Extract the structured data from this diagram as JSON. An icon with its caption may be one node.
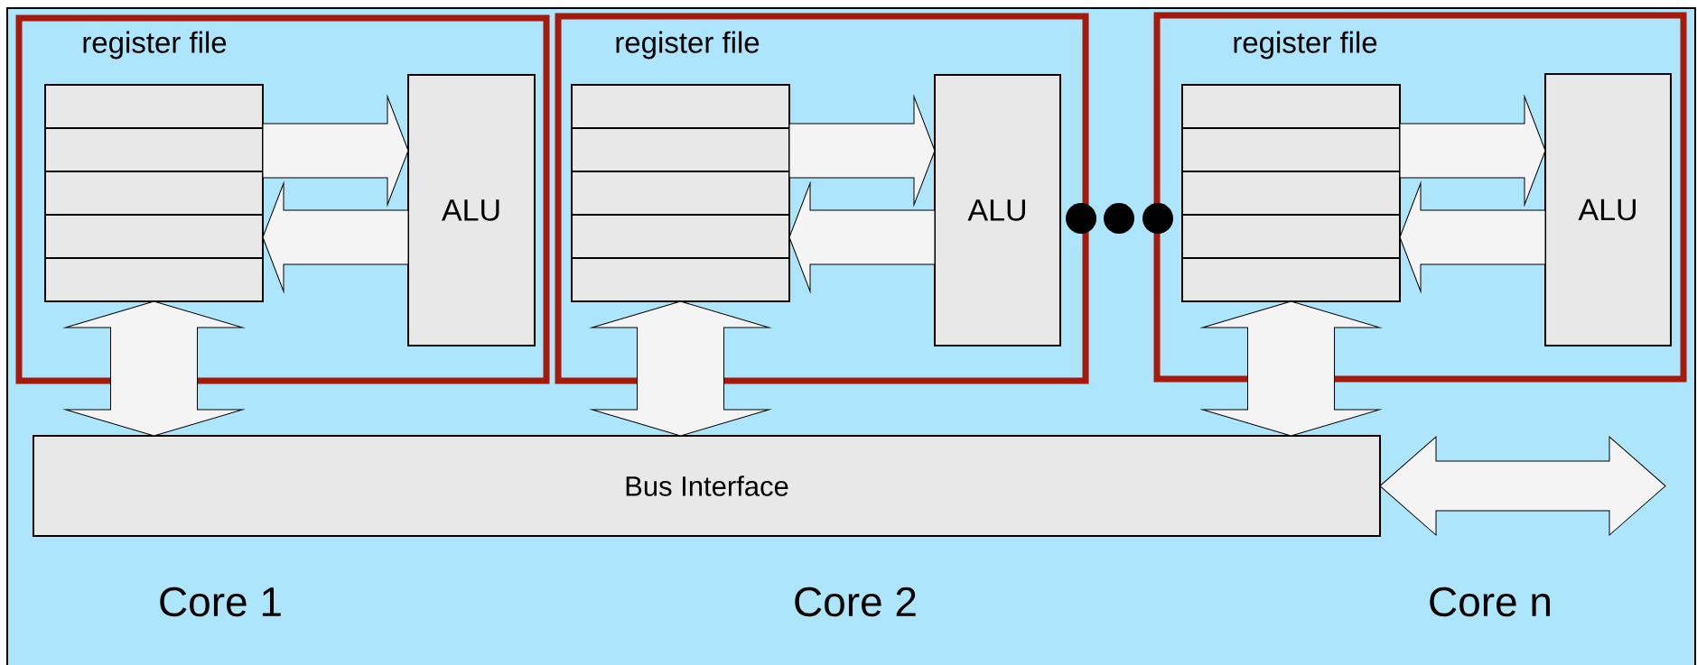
{
  "diagram": {
    "nodes": [
      {
        "text": [
          "register file"
        ]
      },
      {
        "text": [],
        "shape": "box",
        "in": 0
      },
      {
        "text": [
          "ALU"
        ],
        "in": 0
      },
      {
        "text": [
          "register file"
        ]
      },
      {
        "text": [],
        "shape": "box",
        "in": 3
      },
      {
        "text": [
          "ALU"
        ],
        "in": 3
      },
      {
        "text": [
          "register file"
        ]
      },
      {
        "text": [],
        "shape": "box",
        "in": 6
      },
      {
        "text": [
          "ALU"
        ],
        "in": 6
      },
      {
        "text": [
          "Bus Interface"
        ]
      }
    ],
    "edges": [
      {
        "from": 1,
        "to": 2,
        "arrow": "to"
      },
      {
        "from": 2,
        "to": 1,
        "arrow": "to"
      },
      {
        "from": 1,
        "to": 9,
        "arrow": "both"
      },
      {
        "from": 4,
        "to": 5,
        "arrow": "to"
      },
      {
        "from": 5,
        "to": 4,
        "arrow": "to"
      },
      {
        "from": 4,
        "to": 9,
        "arrow": "both"
      },
      {
        "from": 7,
        "to": 8,
        "arrow": "to"
      },
      {
        "from": 8,
        "to": 7,
        "arrow": "to"
      },
      {
        "from": 7,
        "to": 9,
        "arrow": "both"
      },
      {
        "from": 9,
        "to": null,
        "arrow": "both"
      }
    ],
    "labels": [
      "Core 1",
      "Core 2",
      "Core n"
    ]
  }
}
